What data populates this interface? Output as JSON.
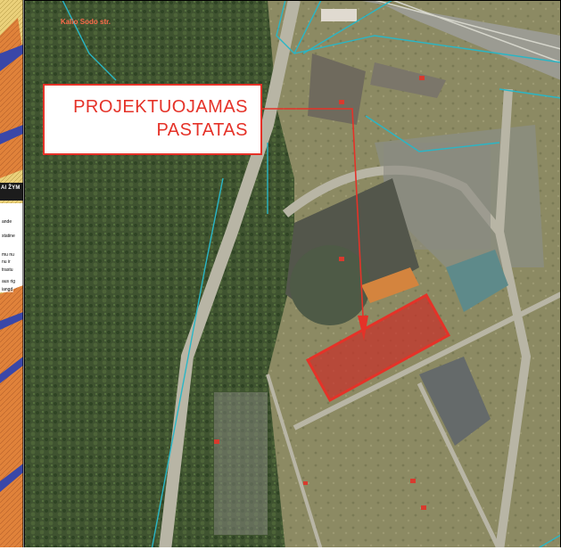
{
  "callout": {
    "line1": "PROJEKTUOJAMAS",
    "line2": "PASTATAS"
  },
  "street_label": "Kalio Sodo str.",
  "legend": {
    "heading": "AI ŽYM",
    "rows": [
      "ande",
      "statine",
      "mu nu",
      "nu ir",
      "trastu",
      "aus rig",
      "iangd"
    ]
  },
  "colors": {
    "callout_red": "#e53228",
    "building_fill": "#c8302a",
    "cadastre_line": "#29b6c6",
    "plan_orange": "#e0823a"
  },
  "icons": [
    "north-arrow-less"
  ]
}
